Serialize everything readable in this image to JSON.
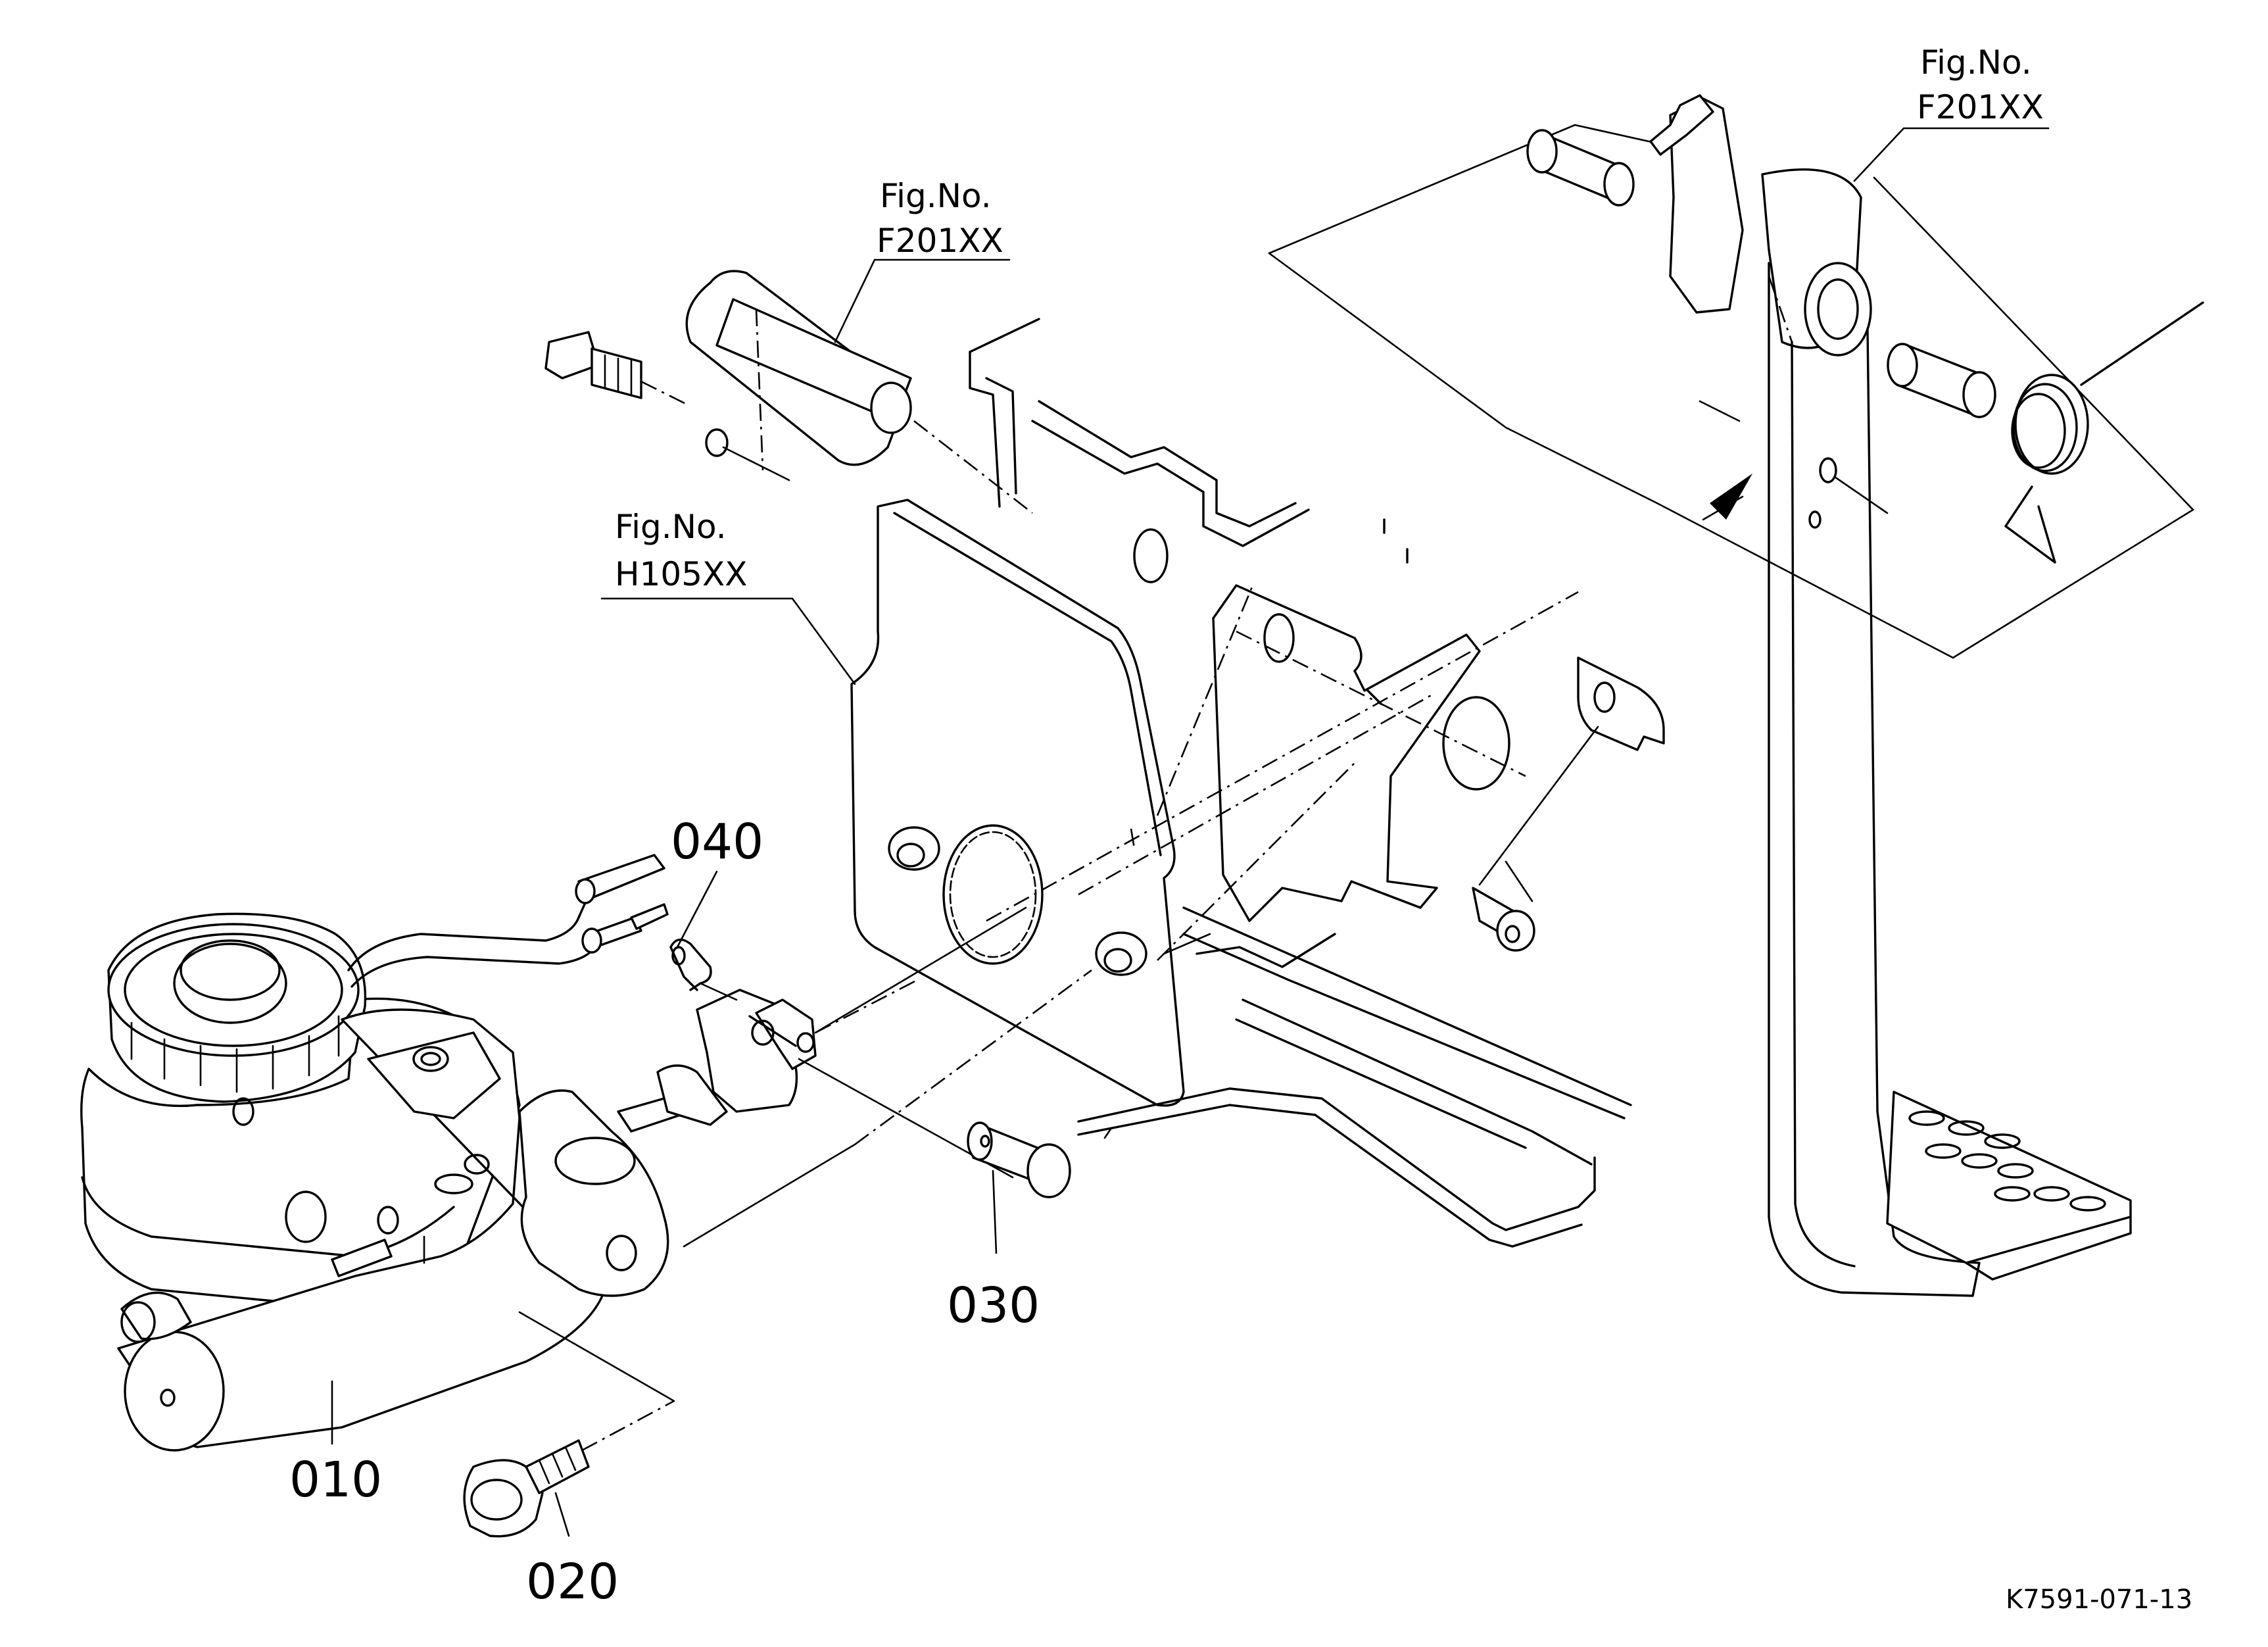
{
  "figure_refs": [
    {
      "line1": "Fig.No.",
      "line2": "F201XX"
    },
    {
      "line1": "Fig.No.",
      "line2": "F201XX"
    },
    {
      "line1": "Fig.No.",
      "line2": "H105XX"
    }
  ],
  "part_labels": [
    "010",
    "020",
    "030",
    "040"
  ],
  "drawing_code": "K7591-071-13"
}
